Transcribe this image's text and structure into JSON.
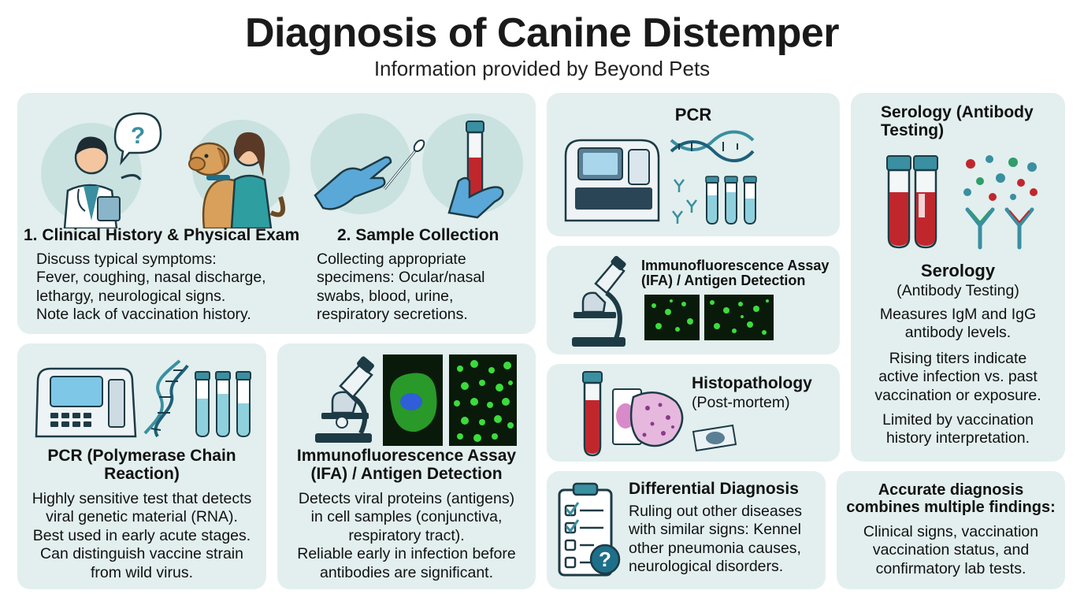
{
  "header": {
    "title": "Diagnosis of Canine Distemper",
    "subtitle": "Information provided by Beyond Pets"
  },
  "clinical_history": {
    "title": "1. Clinical History & Physical Exam",
    "lines": [
      "Discuss typical symptoms:",
      "Fever, coughing, nasal discharge,",
      "lethargy, neurological signs.",
      "Note lack of vaccination history."
    ],
    "bubble_symbol": "?"
  },
  "sample_collection": {
    "title": "2. Sample Collection",
    "lines": [
      "Collecting appropriate",
      "specimens: Ocular/nasal",
      "swabs, blood, urine,",
      "respiratory secretions."
    ]
  },
  "pcr_large": {
    "title_lines": [
      "PCR (Polymerase Chain",
      "Reaction)"
    ],
    "lines": [
      "Highly sensitive test that detects",
      "viral genetic material (RNA).",
      "Best used in early acute stages.",
      "Can distinguish vaccine strain",
      "from wild virus."
    ]
  },
  "ifa_large": {
    "title_lines": [
      "Immunofluorescence Assay",
      "(IFA) / Antigen Detection"
    ],
    "lines": [
      "Detects viral proteins (antigens)",
      "in cell samples (conjunctiva,",
      "respiratory tract).",
      "Reliable early in infection before",
      "antibodies are significant."
    ]
  },
  "pcr_small": {
    "title": "PCR"
  },
  "ifa_small": {
    "title_lines": [
      "Immunofluorescence Assay",
      "(IFA) / Antigen Detection"
    ]
  },
  "histopathology": {
    "title": "Histopathology",
    "subtitle": "(Post-mortem)"
  },
  "differential": {
    "title": "Differential Diagnosis",
    "lines": [
      "Ruling out other diseases",
      "with similar signs: Kennel",
      "other pneumonia causes,",
      "neurological disorders."
    ],
    "badge_symbol": "?"
  },
  "serology": {
    "title_lines": [
      "Serology (Antibody",
      "Testing)"
    ],
    "subtitle": "Serology",
    "subtitle2": "(Antibody Testing)",
    "lines_a": [
      "Measures IgM and IgG",
      "antibody levels."
    ],
    "lines_b": [
      "Rising titers indicate",
      "active infection vs. past",
      "vaccination or exposure."
    ],
    "lines_c": [
      "Limited by vaccination",
      "history interpretation."
    ]
  },
  "summary": {
    "title_lines": [
      "Accurate diagnosis",
      "combines multiple findings:"
    ],
    "lines": [
      "Clinical signs, vaccination",
      "vaccination status, and",
      "confirmatory lab tests."
    ]
  },
  "colors": {
    "panel": "#e2efee",
    "teal": "#3a8fa0",
    "blood": "#c0272d",
    "glove": "#5aa8d8",
    "dog": "#d9a05b",
    "fluorescence": "#3cdc3c"
  }
}
